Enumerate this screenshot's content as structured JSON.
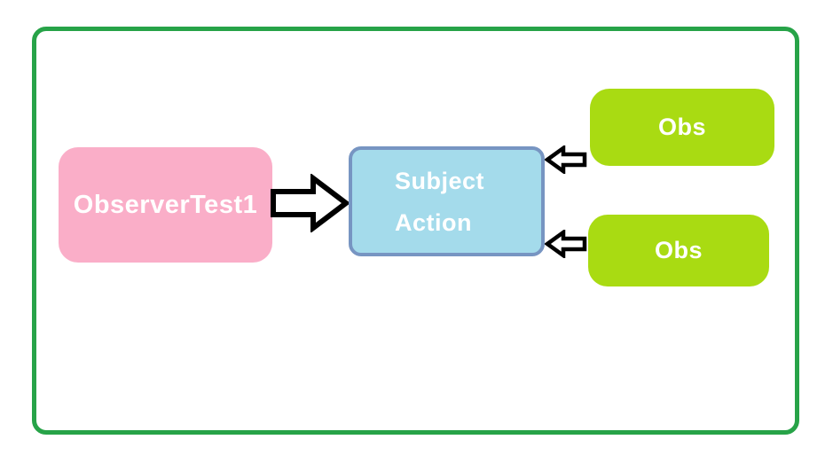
{
  "diagram": {
    "title": "observer-pattern-diagram",
    "frame": {
      "border_color": "#27A348",
      "background": "#FFFFFF"
    },
    "nodes": {
      "observer": {
        "label": "ObserverTest1",
        "fill": "#FAAEC8",
        "text_color": "#FFFFFF",
        "shape": "rounded-rectangle"
      },
      "subject": {
        "lines": [
          "Subject",
          "Action"
        ],
        "fill": "#A4DBEB",
        "border_color": "#7795C2",
        "text_color": "#FFFFFF",
        "shape": "rounded-rectangle"
      },
      "obs_top": {
        "label": "Obs",
        "fill": "#A9DB12",
        "text_color": "#FFFFFF",
        "shape": "rounded-rectangle"
      },
      "obs_bottom": {
        "label": "Obs",
        "fill": "#A9DB12",
        "text_color": "#FFFFFF",
        "shape": "rounded-rectangle"
      }
    },
    "edges": [
      {
        "from": "observer",
        "to": "subject",
        "direction": "right",
        "style": "hollow-block-arrow",
        "stroke": "#000000",
        "fill": "#FFFFFF"
      },
      {
        "from": "obs_top",
        "to": "subject",
        "direction": "left",
        "style": "hollow-block-arrow",
        "stroke": "#000000",
        "fill": "#FFFFFF"
      },
      {
        "from": "obs_bottom",
        "to": "subject",
        "direction": "left",
        "style": "hollow-block-arrow",
        "stroke": "#000000",
        "fill": "#FFFFFF"
      }
    ]
  }
}
